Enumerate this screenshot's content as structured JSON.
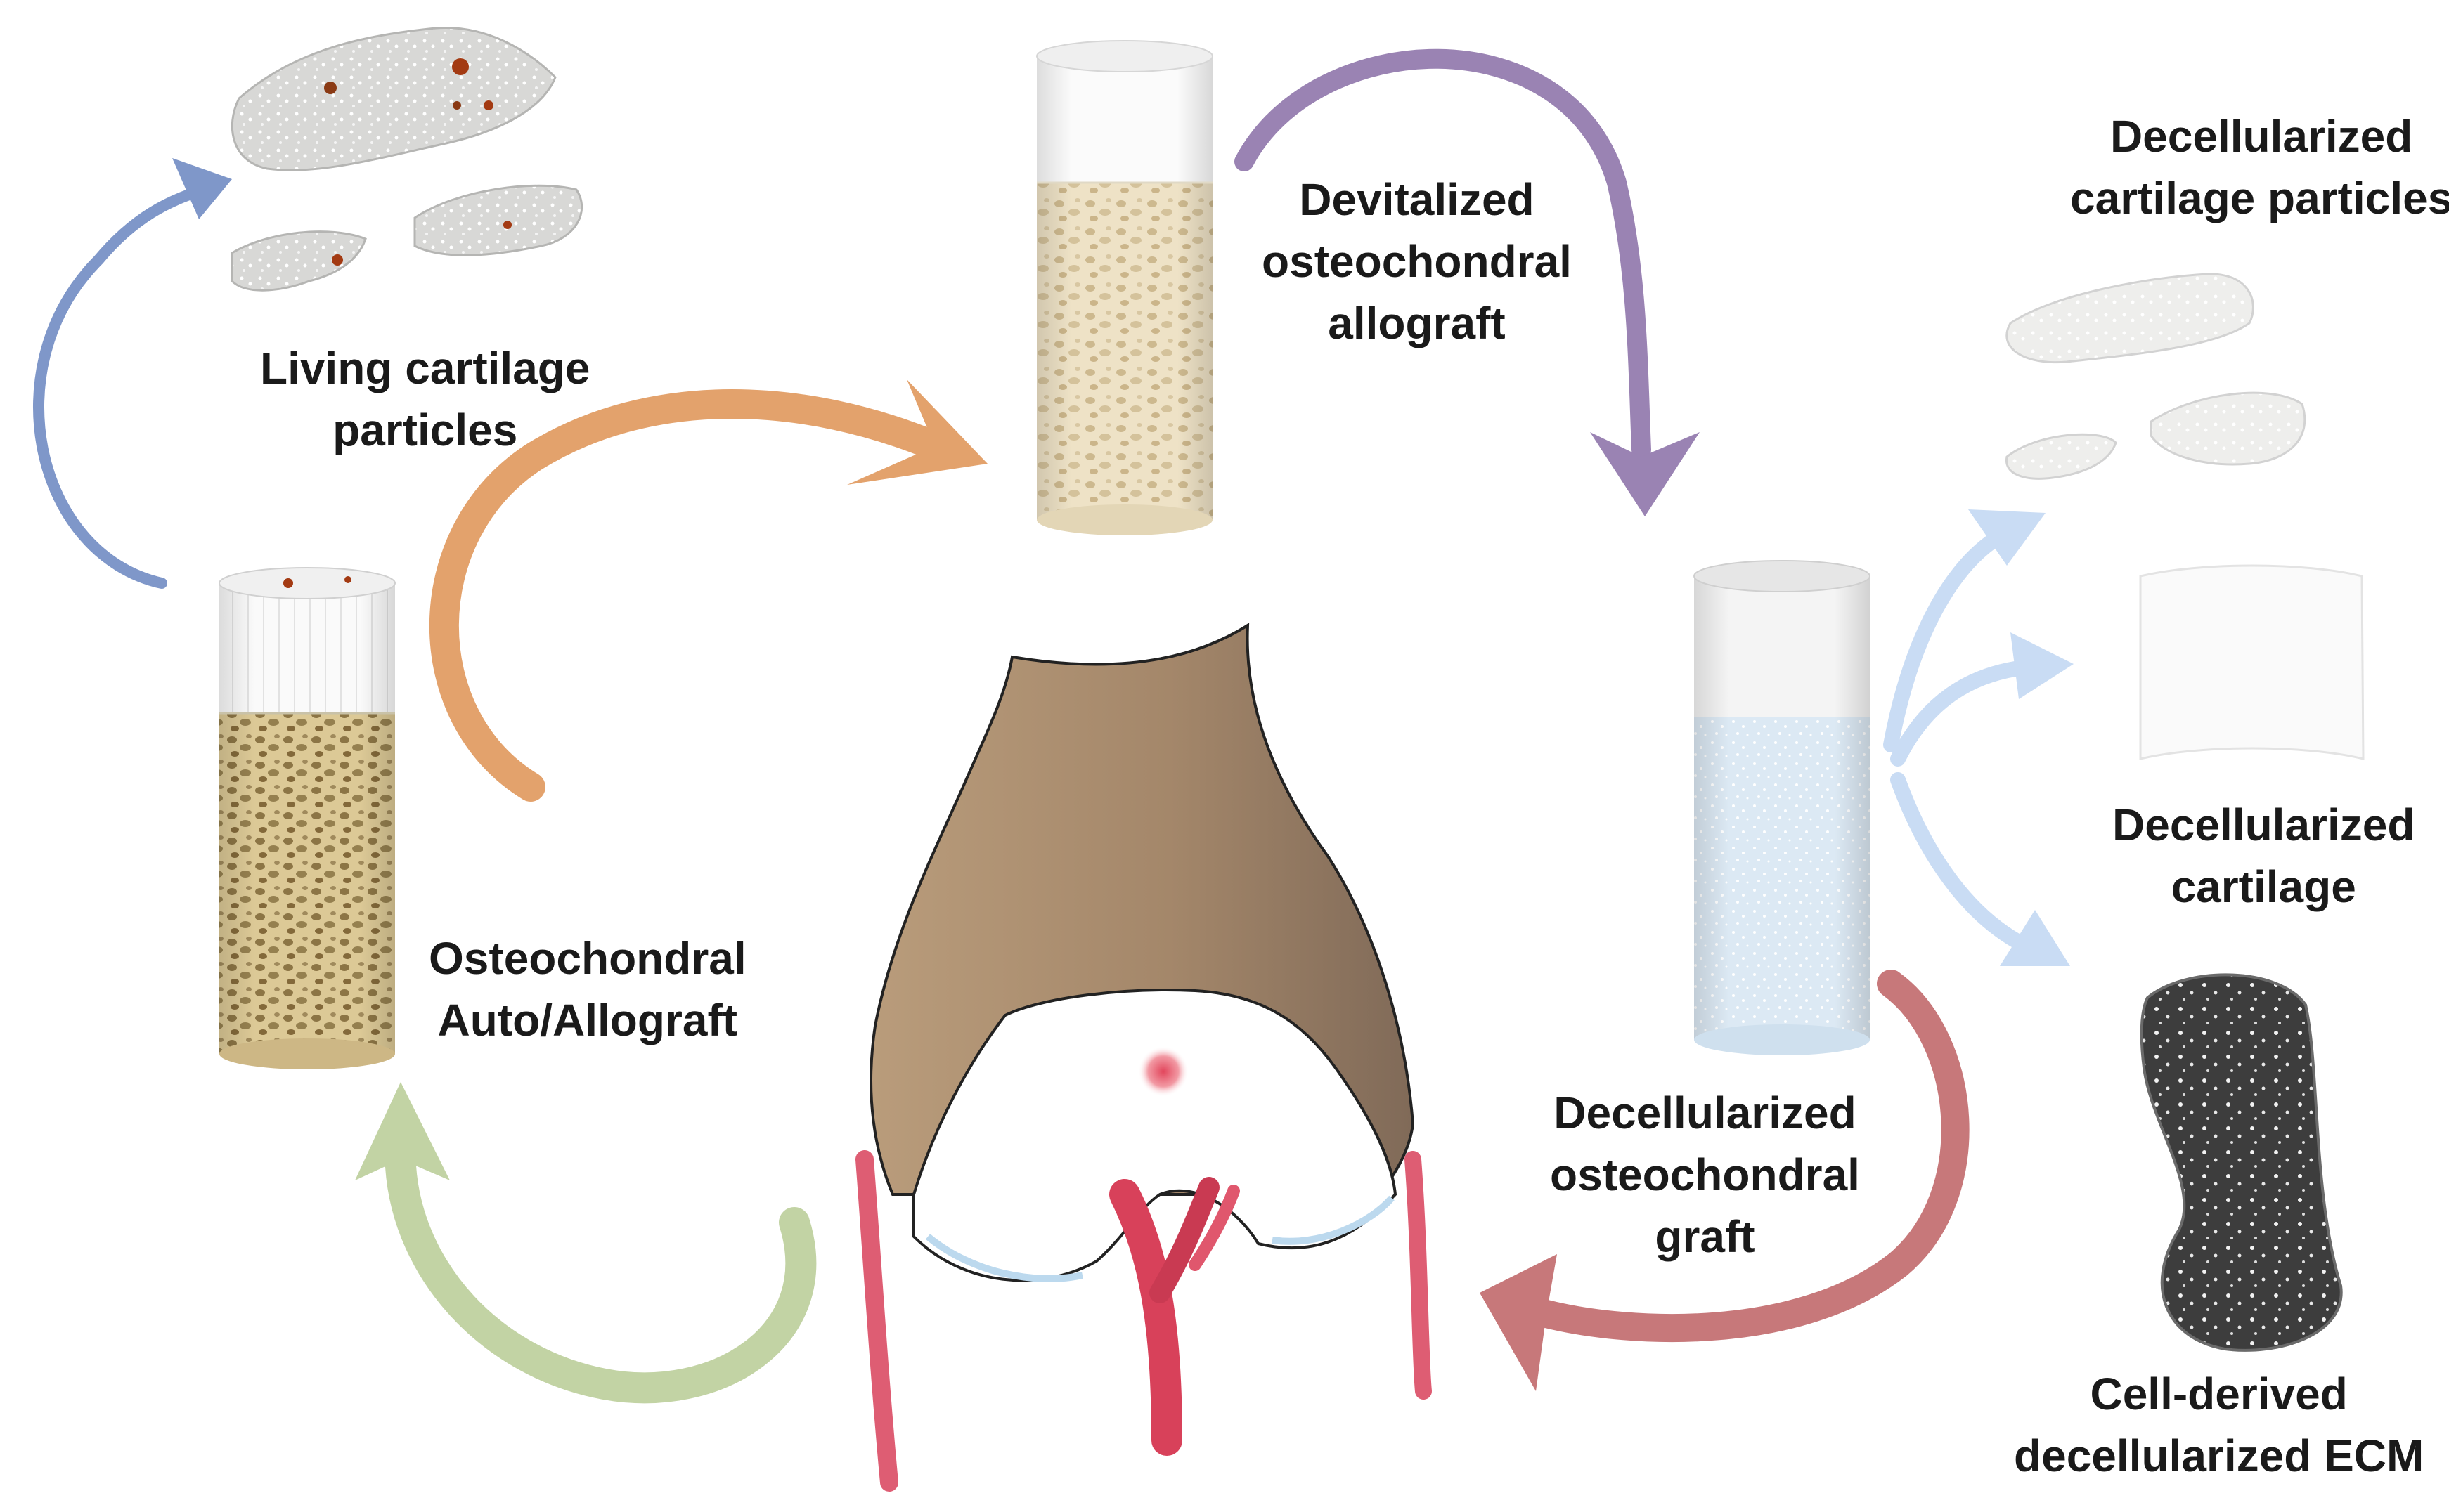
{
  "labels": {
    "living_cartilage": [
      "Living cartilage",
      "particles"
    ],
    "devitalized": [
      "Devitalized",
      "osteochondral",
      "allograft"
    ],
    "decell_particles": [
      "Decellularized",
      "cartilage particles"
    ],
    "decell_cartilage": [
      "Decellularized",
      "cartilage"
    ],
    "decell_graft": [
      "Decellularized",
      "osteochondral",
      "graft"
    ],
    "cell_derived": [
      "Cell-derived",
      "decellularized ECM"
    ],
    "osteochondral": [
      "Osteochondral",
      "Auto/Allograft"
    ]
  },
  "colors": {
    "arrow_blue": "#7f97c9",
    "arrow_orange": "#e3a26c",
    "arrow_purple": "#9a83b3",
    "arrow_light_blue": "#c9dcf4",
    "arrow_red": "#c7787a",
    "arrow_green": "#c2d3a4",
    "bone": "#e9dcc0",
    "living_bone": "#d9c58d",
    "cartilage_white": "#f6f6f6",
    "femur_brown": "#a88c6e",
    "blood_vessel": "#d8415a",
    "ecm_dark": "#3b3b3b"
  }
}
